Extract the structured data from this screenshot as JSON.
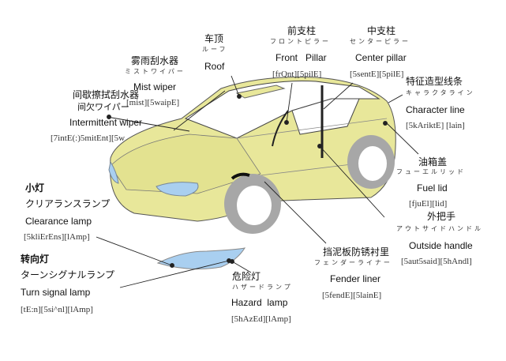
{
  "colors": {
    "body": "#e8e79a",
    "glass": "#ffffff",
    "lamp": "#a9cff0",
    "tire": "#a7a7a7",
    "line": "#222222"
  },
  "labels": {
    "roof": {
      "zh": "车顶",
      "ja": "ルーフ",
      "en": "Roof"
    },
    "mist_wiper": {
      "zh": "雾雨刮水器",
      "ja": "ミストワイパー",
      "en": "Mist wiper",
      "ph": "[mist][5waipE]"
    },
    "intermittent_wiper": {
      "zh": "间歇擦拭刮水器",
      "ja": "间欠ワイパー",
      "en": "Intermittent wiper",
      "ph": "[7intE(:)5mitEnt][5w"
    },
    "front_pillar": {
      "zh": "前支柱",
      "ja": "フロントピラー",
      "en": "Front   Pillar",
      "ph": "[frQnt][5pilE]"
    },
    "center_pillar": {
      "zh": "中支柱",
      "ja": "センターピラー",
      "en": "Center pillar",
      "ph": "[5sentE][5pilE]"
    },
    "character_line": {
      "zh": "特征造型线条",
      "ja": "キャラクタライン",
      "en": "Character line",
      "ph": "[5kAriktE] [lain]"
    },
    "fuel_lid": {
      "zh": "油箱盖",
      "ja": "フューエルリッド",
      "en": "Fuel lid",
      "ph": "[fjuEl][lid]"
    },
    "outside_handle": {
      "zh": "外把手",
      "ja": "アウトサイドハンドル",
      "en": "Outside handle",
      "ph": "[5aut5said][5hAndl]"
    },
    "fender_liner": {
      "zh": "挡泥板防锈衬里",
      "ja": "フェンダーライナー",
      "en": "Fender liner",
      "ph": "[5fendE][5lainE]"
    },
    "hazard_lamp": {
      "zh": "危险灯",
      "ja": "ハザードランプ",
      "en": "Hazard  lamp",
      "ph": "[5hAzEd][lAmp]"
    },
    "clearance_lamp": {
      "zh": "小灯",
      "ja": "クリアランスランプ",
      "en": "Clearance lamp",
      "ph": "[5kliErEns][lAmp]"
    },
    "turn_signal_lamp": {
      "zh": "转向灯",
      "ja": "ターンシグナルランプ",
      "en": "Turn signal lamp",
      "ph": "[tE:n][5si^nl][lAmp]"
    }
  }
}
